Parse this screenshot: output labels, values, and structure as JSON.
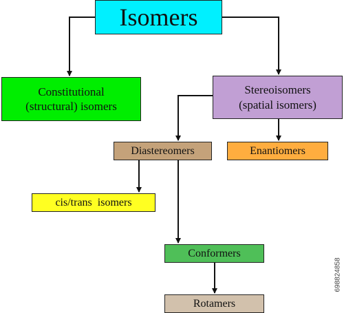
{
  "diagram": {
    "nodes": {
      "isomers": "Isomers",
      "constitutional": [
        "Constitutional",
        "(structural) isomers"
      ],
      "stereoisomers": [
        "Stereoisomers",
        "(spatial isomers)"
      ],
      "diastereomers": "Diastereomers",
      "enantiomers": "Enantiomers",
      "cis_trans": "cis/trans  isomers",
      "conformers": "Conformers",
      "rotamers": "Rotamers"
    },
    "edges": [
      {
        "from": "isomers",
        "to": "constitutional"
      },
      {
        "from": "isomers",
        "to": "stereoisomers"
      },
      {
        "from": "stereoisomers",
        "to": "diastereomers"
      },
      {
        "from": "stereoisomers",
        "to": "enantiomers"
      },
      {
        "from": "diastereomers",
        "to": "cis_trans"
      },
      {
        "from": "diastereomers",
        "to": "conformers"
      },
      {
        "from": "conformers",
        "to": "rotamers"
      }
    ],
    "colors": {
      "isomers": "#00f0ff",
      "constitutional": "#00ee00",
      "stereoisomers": "#c19fd4",
      "diastereomers": "#c4a27a",
      "enantiomers": "#ffad3f",
      "cis_trans": "#ffff22",
      "conformers": "#4fbf58",
      "rotamers": "#d2c1ac",
      "connector": "#111111"
    }
  },
  "watermark_id": "698824858"
}
